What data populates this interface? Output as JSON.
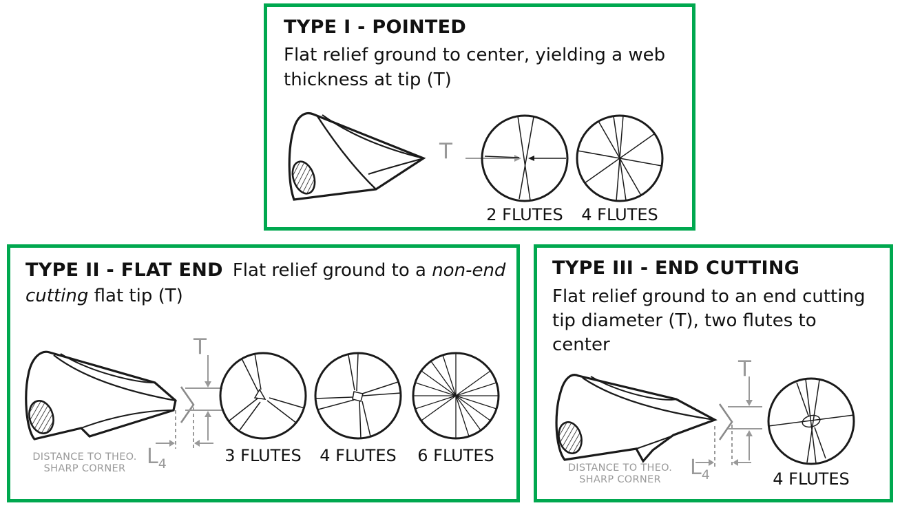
{
  "colors": {
    "accent_green": "#00A84F",
    "ink": "#111111",
    "dim_gray": "#999999"
  },
  "type1": {
    "title": "TYPE I - POINTED",
    "description": "Flat relief ground to center, yielding a web thickness at tip (T)",
    "t_label": "T",
    "flute_labels": [
      "2 FLUTES",
      "4 FLUTES"
    ]
  },
  "type2": {
    "title": "TYPE II - FLAT END",
    "desc_part1": "Flat relief ground to a ",
    "desc_italic": "non-end cutting",
    "desc_part2": " flat tip (T)",
    "t_label": "T",
    "distance_line1": "DISTANCE TO THEO.",
    "distance_line2": "SHARP CORNER",
    "l_label": "L",
    "l_sub": "4",
    "flute_labels": [
      "3 FLUTES",
      "4 FLUTES",
      "6 FLUTES"
    ]
  },
  "type3": {
    "title": "TYPE III - END CUTTING",
    "description": "Flat relief ground to an end cutting tip diameter (T), two flutes to center",
    "t_label": "T",
    "distance_line1": "DISTANCE TO THEO.",
    "distance_line2": "SHARP CORNER",
    "l_label": "L",
    "l_sub": "4",
    "flute_labels": [
      "4 FLUTES"
    ]
  }
}
